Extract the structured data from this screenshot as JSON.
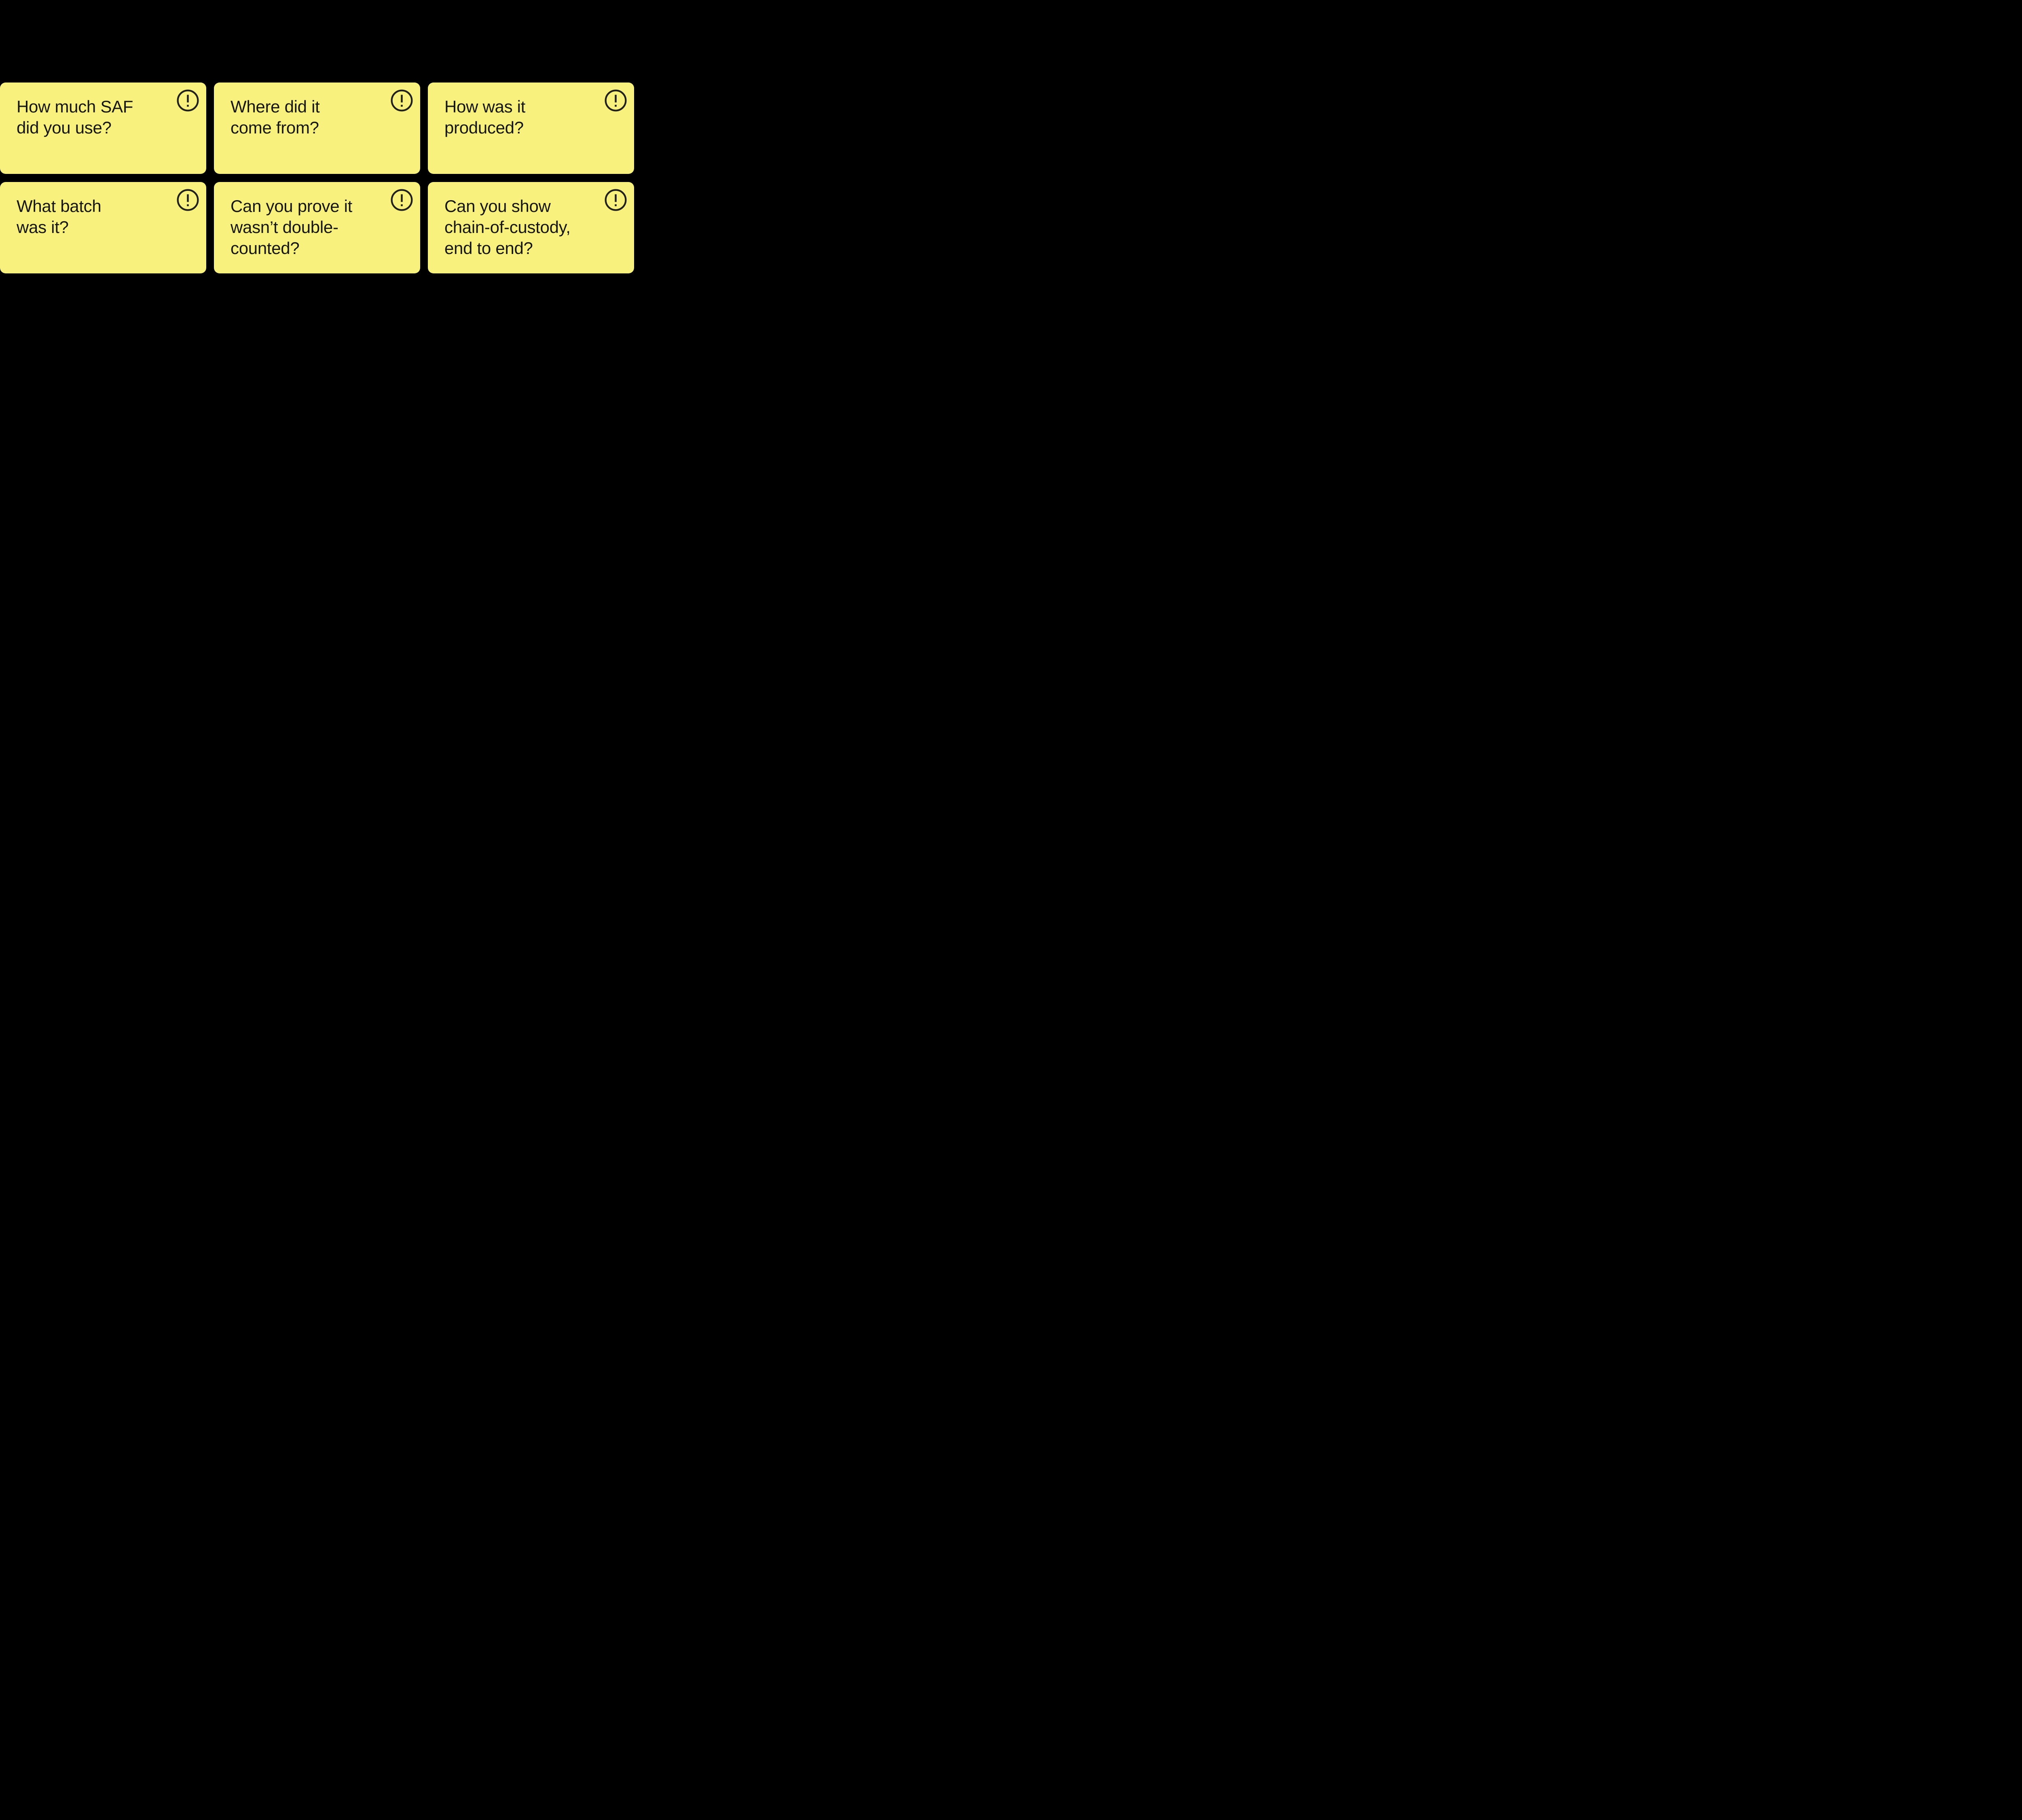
{
  "colors": {
    "background": "#000000",
    "card_background": "#F8F17E",
    "text": "#161614",
    "icon": "#21211D"
  },
  "icon": {
    "name": "alert-circle-icon",
    "glyph": "!"
  },
  "cards": [
    {
      "id": "card-1",
      "text": "How much SAF\ndid you use?"
    },
    {
      "id": "card-2",
      "text": "Where did it\ncome from?"
    },
    {
      "id": "card-3",
      "text": "How was it\nproduced?"
    },
    {
      "id": "card-4",
      "text": "What batch\nwas it?"
    },
    {
      "id": "card-5",
      "text": "Can you prove it\nwasn’t double-\ncounted?"
    },
    {
      "id": "card-6",
      "text": "Can you show\nchain-of-custody,\nend to end?"
    }
  ]
}
